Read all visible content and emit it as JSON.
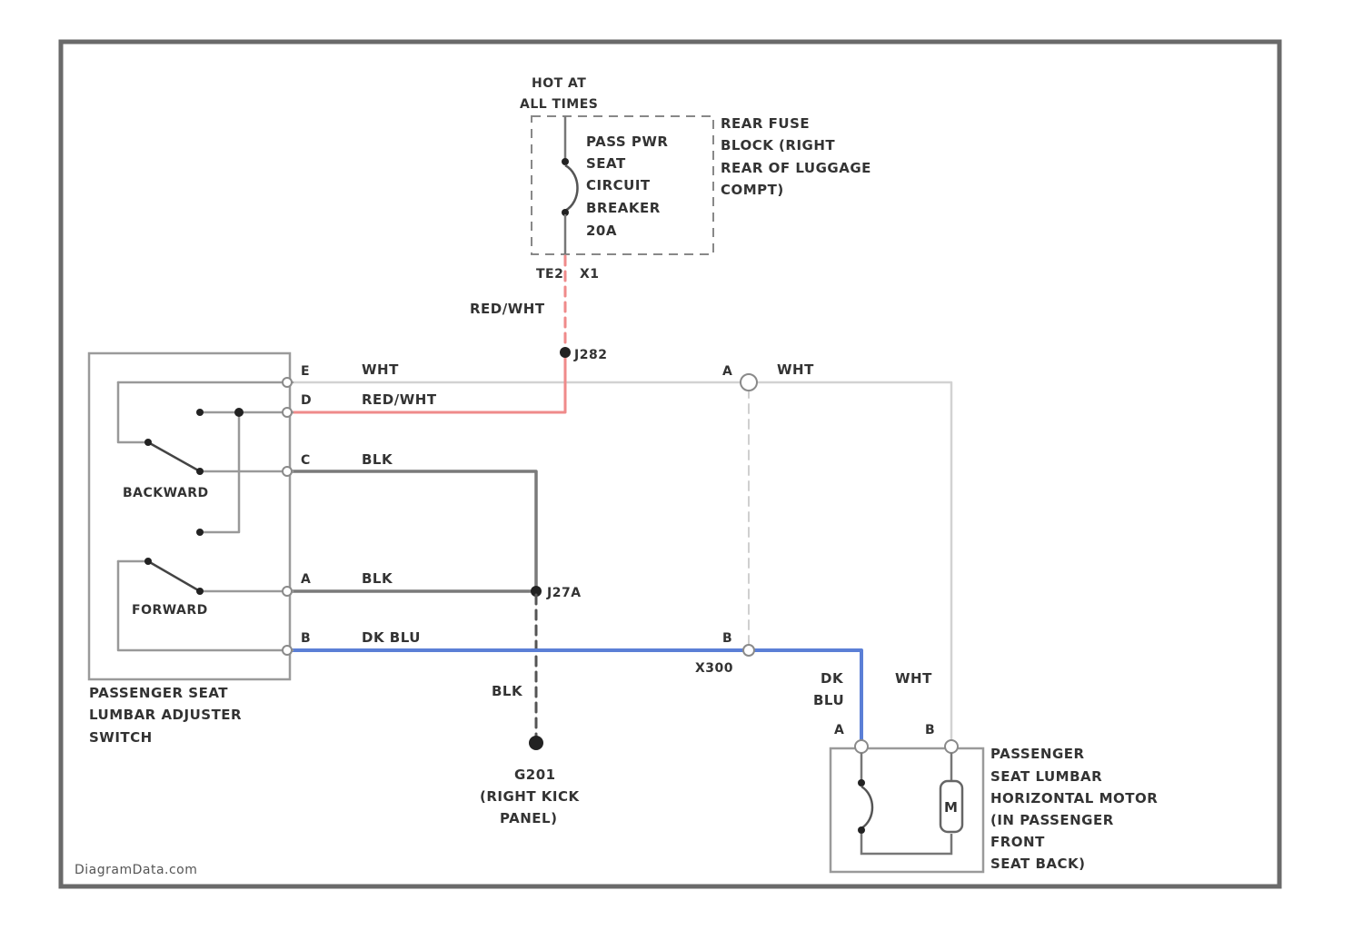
{
  "colors": {
    "red_wire": "#ef8a8a",
    "blue_wire": "#5b7fd6",
    "black_wire": "#7a7a7a",
    "white_wire": "#cfcfcf",
    "frame": "#6a6a6a",
    "text": "#333333"
  },
  "power": {
    "hot_label": [
      "HOT AT",
      "ALL TIMES"
    ],
    "breaker_label": [
      "PASS PWR",
      "SEAT",
      "CIRCUIT",
      "BREAKER",
      "20A"
    ],
    "fuse_block_label": [
      "REAR FUSE",
      "BLOCK (RIGHT",
      "REAR OF LUGGAGE",
      "COMPT)"
    ],
    "breaker_terminal": "TE2",
    "breaker_terminal_2": "X1"
  },
  "wires": {
    "red_wht_vertical": "RED/WHT",
    "red_wht_horizontal": "RED/WHT",
    "wht_upper_left": "WHT",
    "wht_upper_right": "WHT",
    "blk_c": "BLK",
    "blk_a": "BLK",
    "dk_blu_b": "DK BLU",
    "blk_ground": "BLK",
    "dk_blu_motor": [
      "DK",
      "BLU"
    ],
    "wht_motor": "WHT"
  },
  "splices": {
    "s_red": "J282",
    "s_blk": "J27A",
    "s_blu": "X300"
  },
  "switch": {
    "pins": [
      "E",
      "D",
      "C",
      "A",
      "B"
    ],
    "backward_label": "BACKWARD",
    "forward_label": "FORWARD",
    "name": [
      "PASSENGER SEAT",
      "LUMBAR ADJUSTER",
      "SWITCH"
    ]
  },
  "connector_pins": {
    "wht_a": "A",
    "blu_b": "B",
    "motor_a": "A",
    "motor_b": "B"
  },
  "ground": {
    "id": "G201",
    "location": [
      "(RIGHT KICK",
      "PANEL)"
    ]
  },
  "motor": {
    "symbol": "M",
    "name": [
      "PASSENGER",
      "SEAT LUMBAR",
      "HORIZONTAL MOTOR",
      "(IN PASSENGER",
      "FRONT",
      "SEAT BACK)"
    ]
  },
  "credit": "DiagramData.com"
}
